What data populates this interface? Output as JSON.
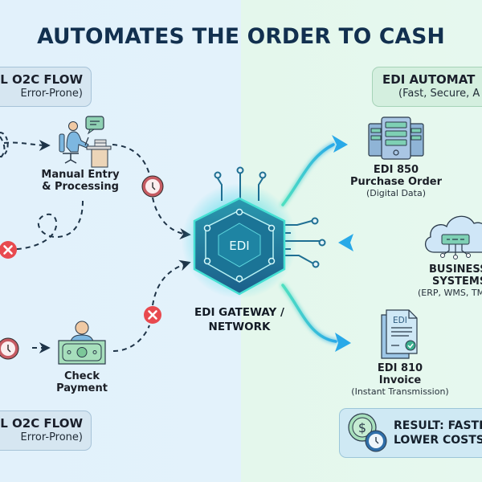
{
  "title": "AUTOMATES THE ORDER TO CASH",
  "colors": {
    "title": "#12304f",
    "left_bg": "#e2f1fb",
    "right_bg": "#e4f7ec",
    "flow_blue": "#29a9e8",
    "flow_teal": "#4fe0c0",
    "error_red": "#e84a4f",
    "delay_clock": "#c55b62",
    "dashed_path": "#1e3448",
    "hex_gateway": "#1f6f93"
  },
  "manual_panel": {
    "header": {
      "title": "L O2C FLOW",
      "subtitle": "Error-Prone)"
    },
    "footer": {
      "title": "L O2C FLOW",
      "subtitle": "Error-Prone)"
    },
    "steps": [
      {
        "icon": "person-at-desk-icon",
        "label": [
          "Manual Entry",
          "& Processing"
        ]
      },
      {
        "icon": "check-payment-icon",
        "label": [
          "Check",
          "Payment"
        ]
      }
    ],
    "markers": [
      {
        "type": "clock-delay-icon"
      },
      {
        "type": "clock-delay-icon"
      },
      {
        "type": "error-x-icon"
      },
      {
        "type": "error-x-icon"
      }
    ]
  },
  "gateway": {
    "badge": "EDI",
    "label_line1": "EDI GATEWAY /",
    "label_line2": "NETWORK"
  },
  "edi_panel": {
    "header": {
      "title": "EDI AUTOMAT",
      "subtitle": "(Fast, Secure, A"
    },
    "nodes": [
      {
        "icon": "server-rack-icon",
        "title1": "EDI 850",
        "title2": "Purchase Order",
        "sub": "(Digital Data)"
      },
      {
        "icon": "cloud-systems-icon",
        "title1": "BUSINESS",
        "title2": "SYSTEMS",
        "sub": "(ERP, WMS, TM"
      },
      {
        "icon": "edi-document-icon",
        "doc_badge": "EDI",
        "title1": "EDI 810",
        "title2": "Invoice",
        "sub": "(Instant Transmission)"
      }
    ],
    "result": {
      "line1": "RESULT: FASTE",
      "line2": "LOWER COSTS,"
    }
  }
}
